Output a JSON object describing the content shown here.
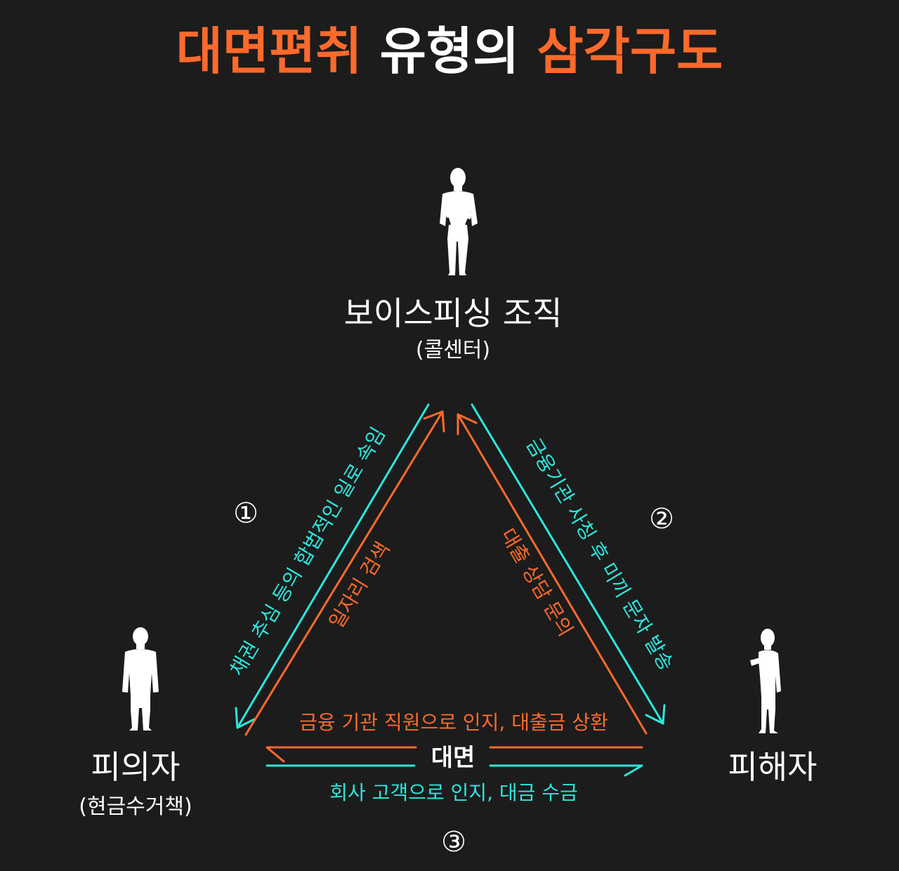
{
  "title": {
    "part1": "대면편취",
    "part2": " 유형의 ",
    "part3": "삼각구도"
  },
  "nodes": {
    "top": {
      "name": "보이스피싱 조직",
      "sub": "(콜센터)",
      "icon": "standing-person-arms-crossed-icon"
    },
    "left": {
      "name": "피의자",
      "sub": "(현금수거책)",
      "icon": "standing-person-suit-icon"
    },
    "right": {
      "name": "피해자",
      "icon": "person-holding-phone-icon"
    }
  },
  "markers": {
    "one": "①",
    "two": "②",
    "three": "③"
  },
  "edges": {
    "left_outer": "채권 추심 등의 합법적인 일로 속임",
    "left_inner": "일자리 검색",
    "right_outer": "금융기관 사칭 후 미끼 문자 발송",
    "right_inner": "대출 상담 문의",
    "bottom_top": "금융 기관 직원으로 인지, 대출금 상환",
    "bottom_mid": "대면",
    "bottom_bot": "회사 고객으로 인지, 대금 수금"
  },
  "colors": {
    "background": "#1c1c1c",
    "accent_orange": "#ff6a2b",
    "accent_cyan": "#2ee6dc",
    "text": "#ffffff"
  }
}
